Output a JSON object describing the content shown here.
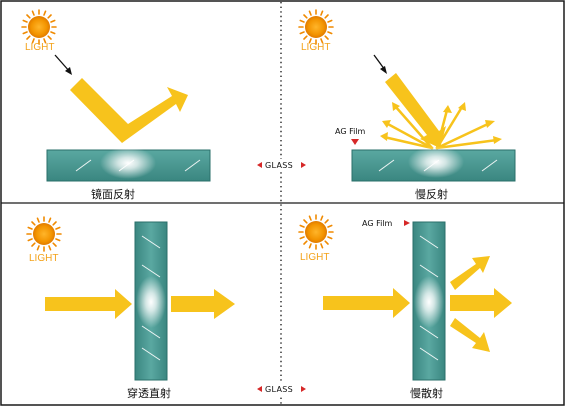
{
  "panels": {
    "specular": {
      "light_label": "LIGHT",
      "caption": "镜面反射"
    },
    "diffuse_reflect": {
      "light_label": "LIGHT",
      "film_label": "AG Film",
      "caption": "慢反射"
    },
    "transmit": {
      "light_label": "LIGHT",
      "caption": "穿透直射"
    },
    "diffuse_transmit": {
      "light_label": "LIGHT",
      "film_label": "AG Film",
      "caption": "慢散射"
    }
  },
  "divider": {
    "glass_label_top": "GLASS",
    "glass_label_bottom": "GLASS"
  },
  "icons": {
    "sun": "sun-icon",
    "arrow": "arrow-icon"
  },
  "colors": {
    "arrow": "#f7c31c",
    "sun": "#f08a00",
    "glass": "#43918b",
    "glass_edge": "#2a6f6a",
    "marker": "#d62828",
    "border": "#1b1b1b"
  }
}
